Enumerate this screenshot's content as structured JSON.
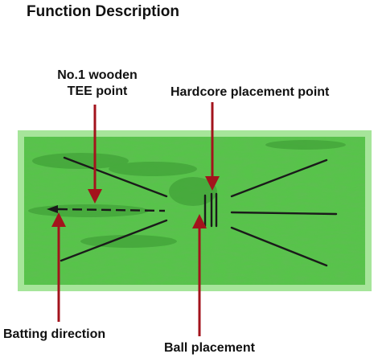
{
  "title": "Function Description",
  "labels": {
    "tee_line1": "No.1 wooden",
    "tee_line2": "TEE point",
    "hardcore": "Hardcore placement point",
    "batting": "Batting direction",
    "ball": "Ball placement"
  },
  "colors": {
    "mat_green": "#4fbf44",
    "mat_edge": "#a6e59a",
    "arrow_red": "#a3131c",
    "line_dark": "#1a1a1a"
  }
}
